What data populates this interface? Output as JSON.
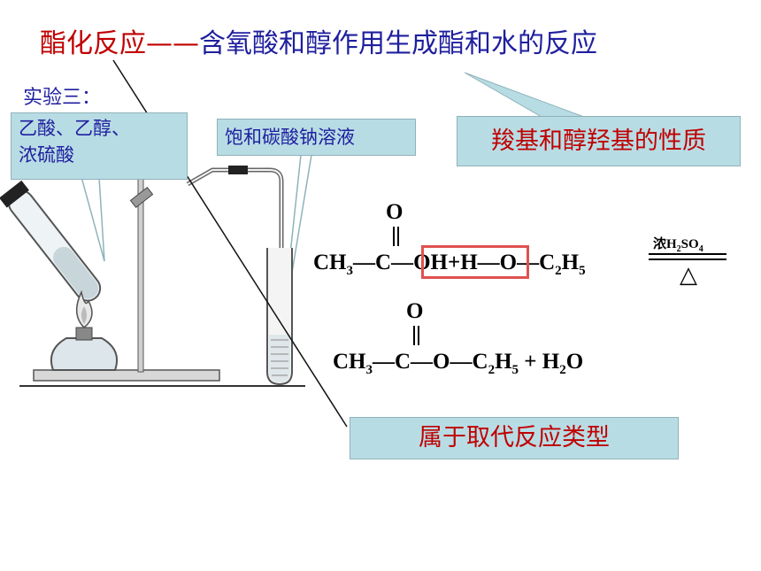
{
  "title": {
    "part1": "酯化反应",
    "dash": "——",
    "part2": "含氧酸和醇作用生成酯和水的反应"
  },
  "experiment_label": "实验三：",
  "reagent_box": {
    "line1": "乙酸、乙醇、",
    "line2": "浓硫酸"
  },
  "solution_box": "饱和碳酸钠溶液",
  "property_box": "羧基和醇羟基的性质",
  "reaction_type_box": "属于取代反应类型",
  "equation": {
    "reactant_o": "O",
    "reactant_ch3": "CH",
    "reactant_3": "3",
    "reactant_c": "—C—",
    "reactant_ohh": "OH+H",
    "reactant_tail": "—O—C",
    "reactant_2": "2",
    "reactant_h": "H",
    "reactant_5": "5",
    "condition_top": "浓H",
    "condition_2": "2",
    "condition_so": "SO",
    "condition_4": "4",
    "condition_bottom": "△",
    "product_o": "O",
    "product_ch3": "CH",
    "product_3": "3",
    "product_mid": "—C—O—C",
    "product_2": "2",
    "product_h": "H",
    "product_5": "5",
    "product_plus": " + H",
    "product_h2o_2": "2",
    "product_water_o": "O"
  },
  "colors": {
    "title_red": "#c00000",
    "title_blue": "#1f1f9f",
    "callout_fill": "#b8dce4",
    "highlight_box": "#e05050"
  }
}
